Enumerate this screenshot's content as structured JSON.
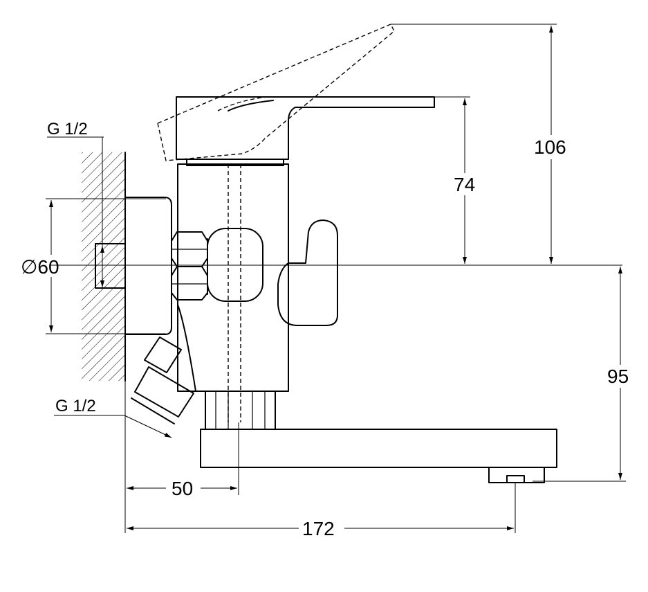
{
  "dimensions": {
    "height_lever": "106",
    "height_handle": "74",
    "height_spout": "95",
    "diameter": "∅60",
    "offset": "50",
    "total_length": "172"
  },
  "labels": {
    "thread_top": "G 1/2",
    "thread_bottom": "G 1/2"
  }
}
